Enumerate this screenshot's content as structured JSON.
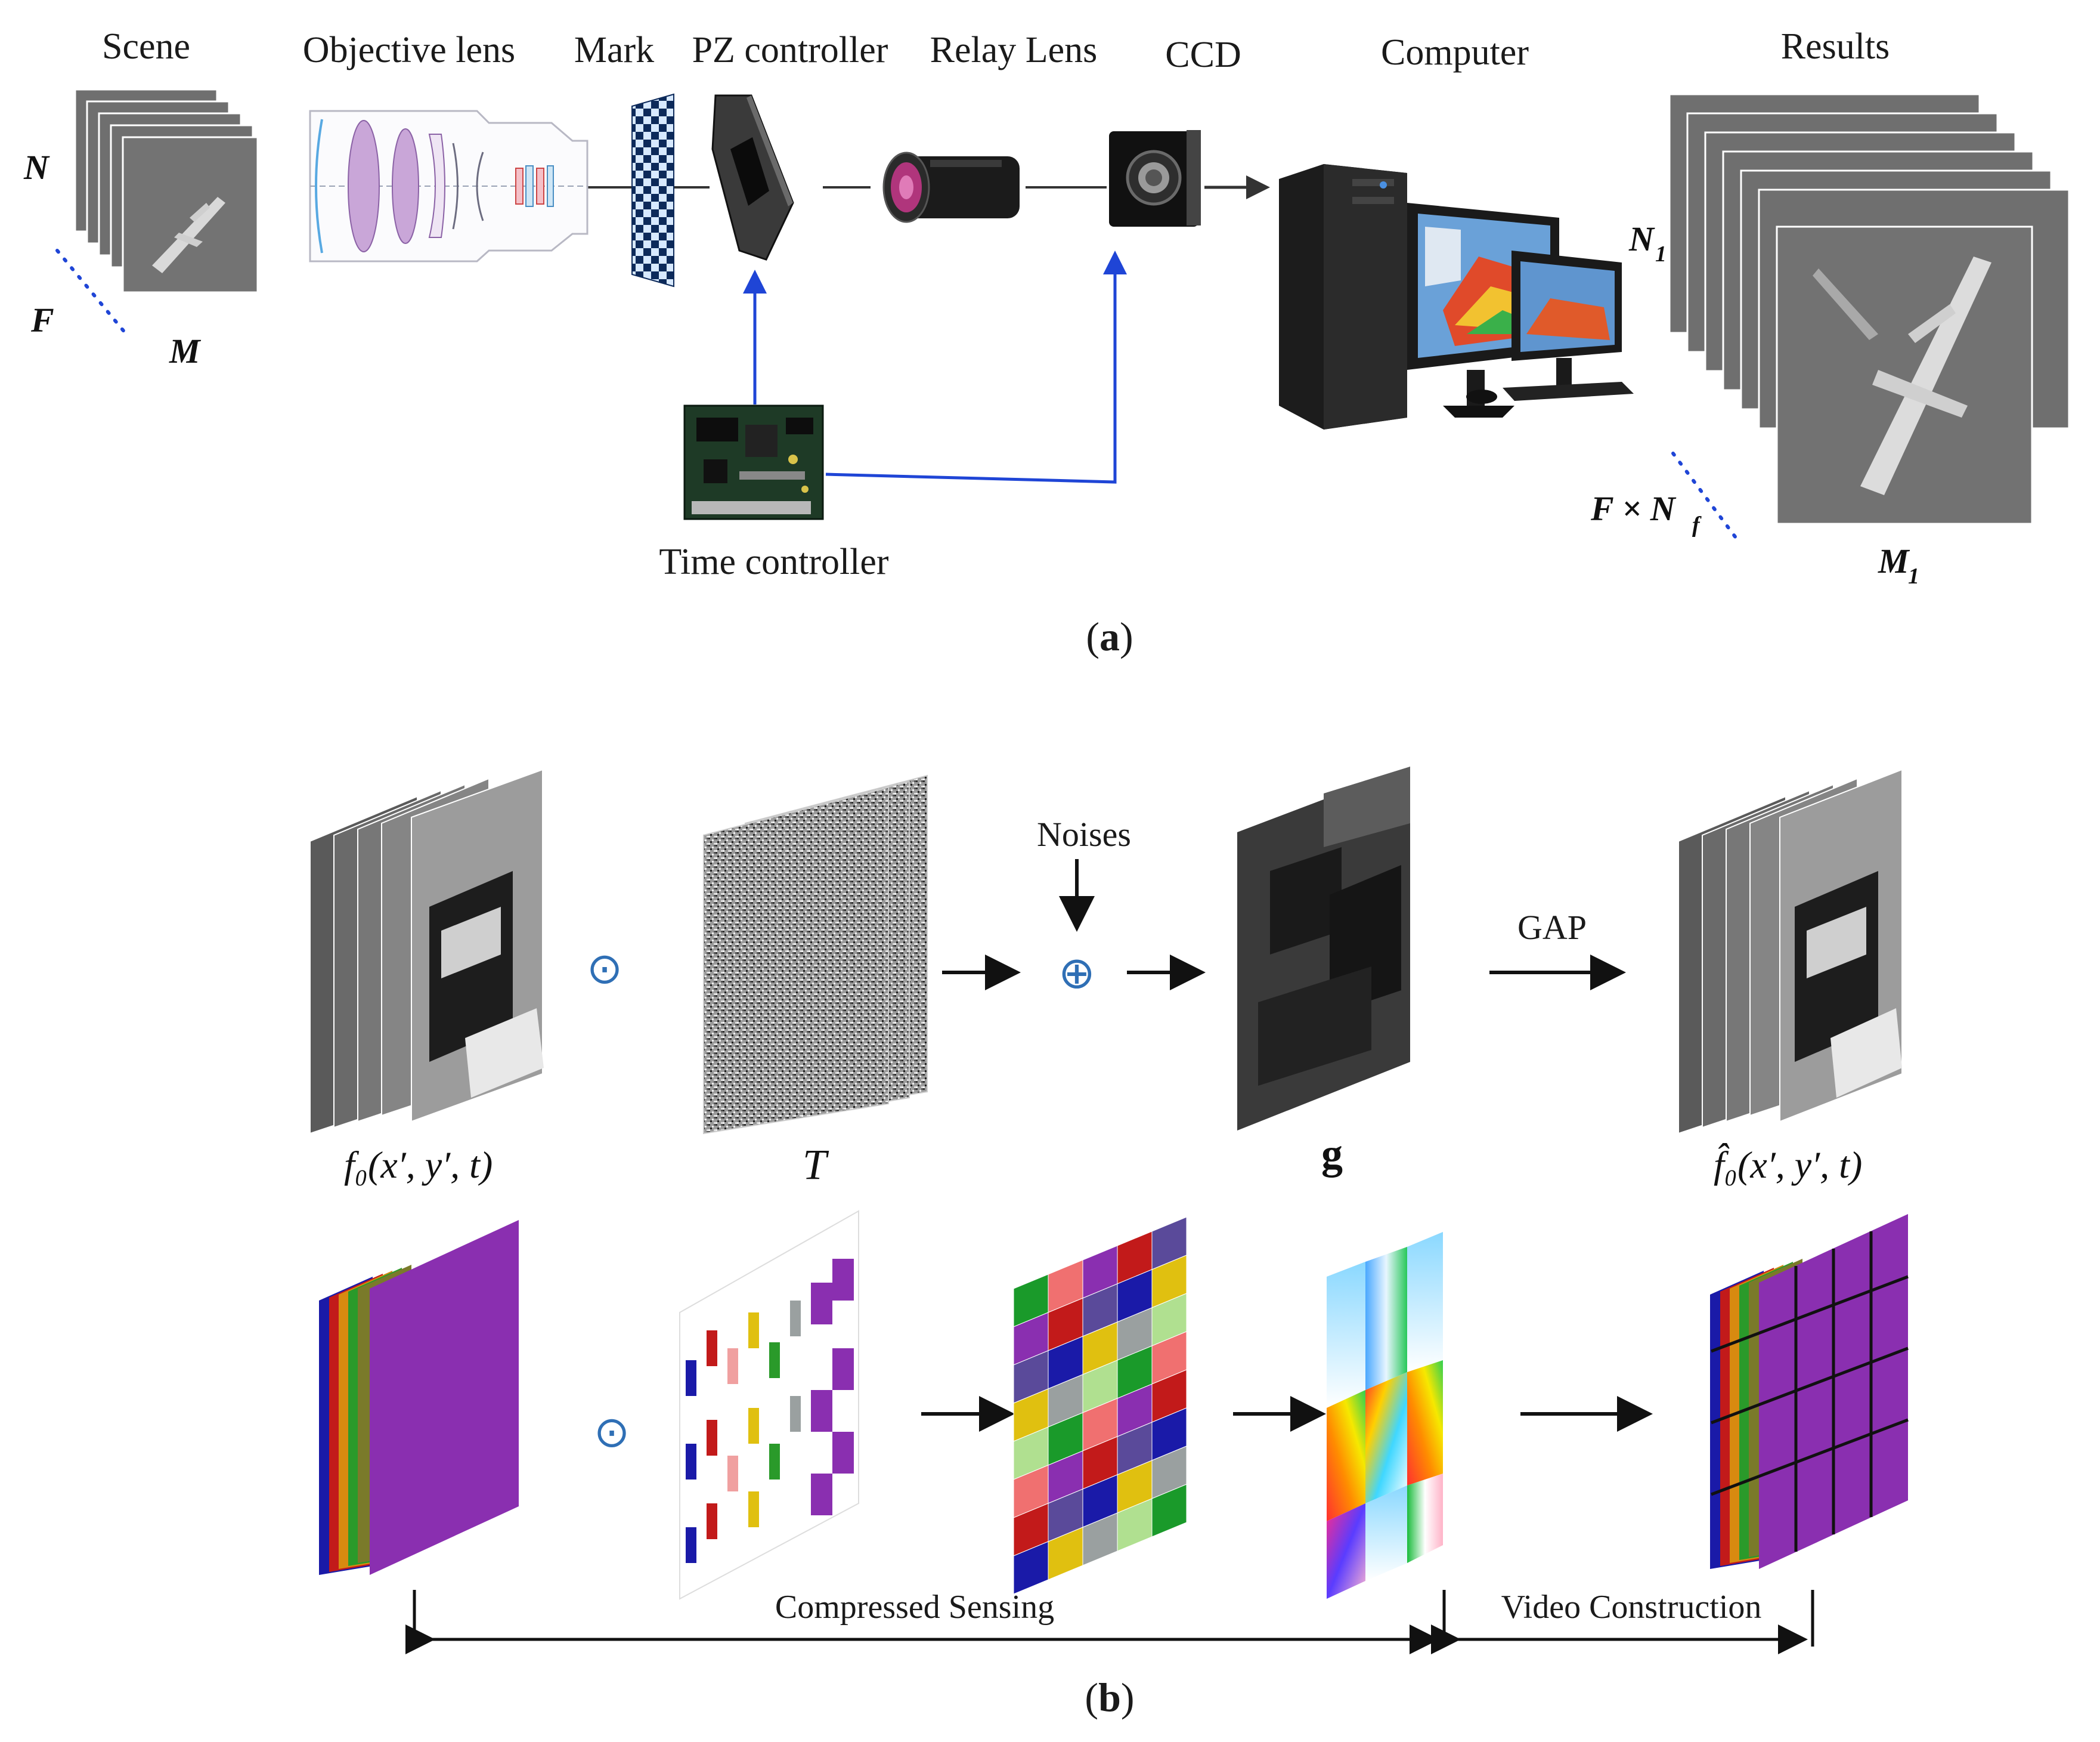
{
  "panel_a": {
    "caption_open": "(",
    "caption_letter": "a",
    "caption_close": ")",
    "labels": {
      "scene": "Scene",
      "objective_lens": "Objective lens",
      "mark": "Mark",
      "pz_controller": "PZ controller",
      "relay_lens": "Relay Lens",
      "ccd": "CCD",
      "computer": "Computer",
      "results": "Results",
      "time_controller": "Time controller"
    },
    "scene_dims": {
      "n": "N",
      "f": "F",
      "m": "M"
    },
    "result_dims": {
      "n": "N",
      "n_sub": "1",
      "f": "F × N",
      "f_sub": "f",
      "m": "M",
      "m_sub": "1"
    },
    "colors": {
      "control_line": "#1f45d6",
      "optical_path": "#333333",
      "dots": "#1f45d6"
    }
  },
  "panel_b": {
    "caption_open": "(",
    "caption_letter": "b",
    "caption_close": ")",
    "labels": {
      "noises": "Noises",
      "gap": "GAP",
      "f0": "f₀(x′, y′, t)",
      "t": "T",
      "g": "g",
      "f0_hat": "f̂₀(x′, y′, t)",
      "compressed_sensing": "Compressed Sensing",
      "video_construction": "Video Construction"
    },
    "operators": {
      "hadamard": "⊙",
      "plus": "⊕"
    },
    "colors": {
      "operator": "#2f6fb5",
      "frame_purple": "#8a2fb0"
    }
  }
}
